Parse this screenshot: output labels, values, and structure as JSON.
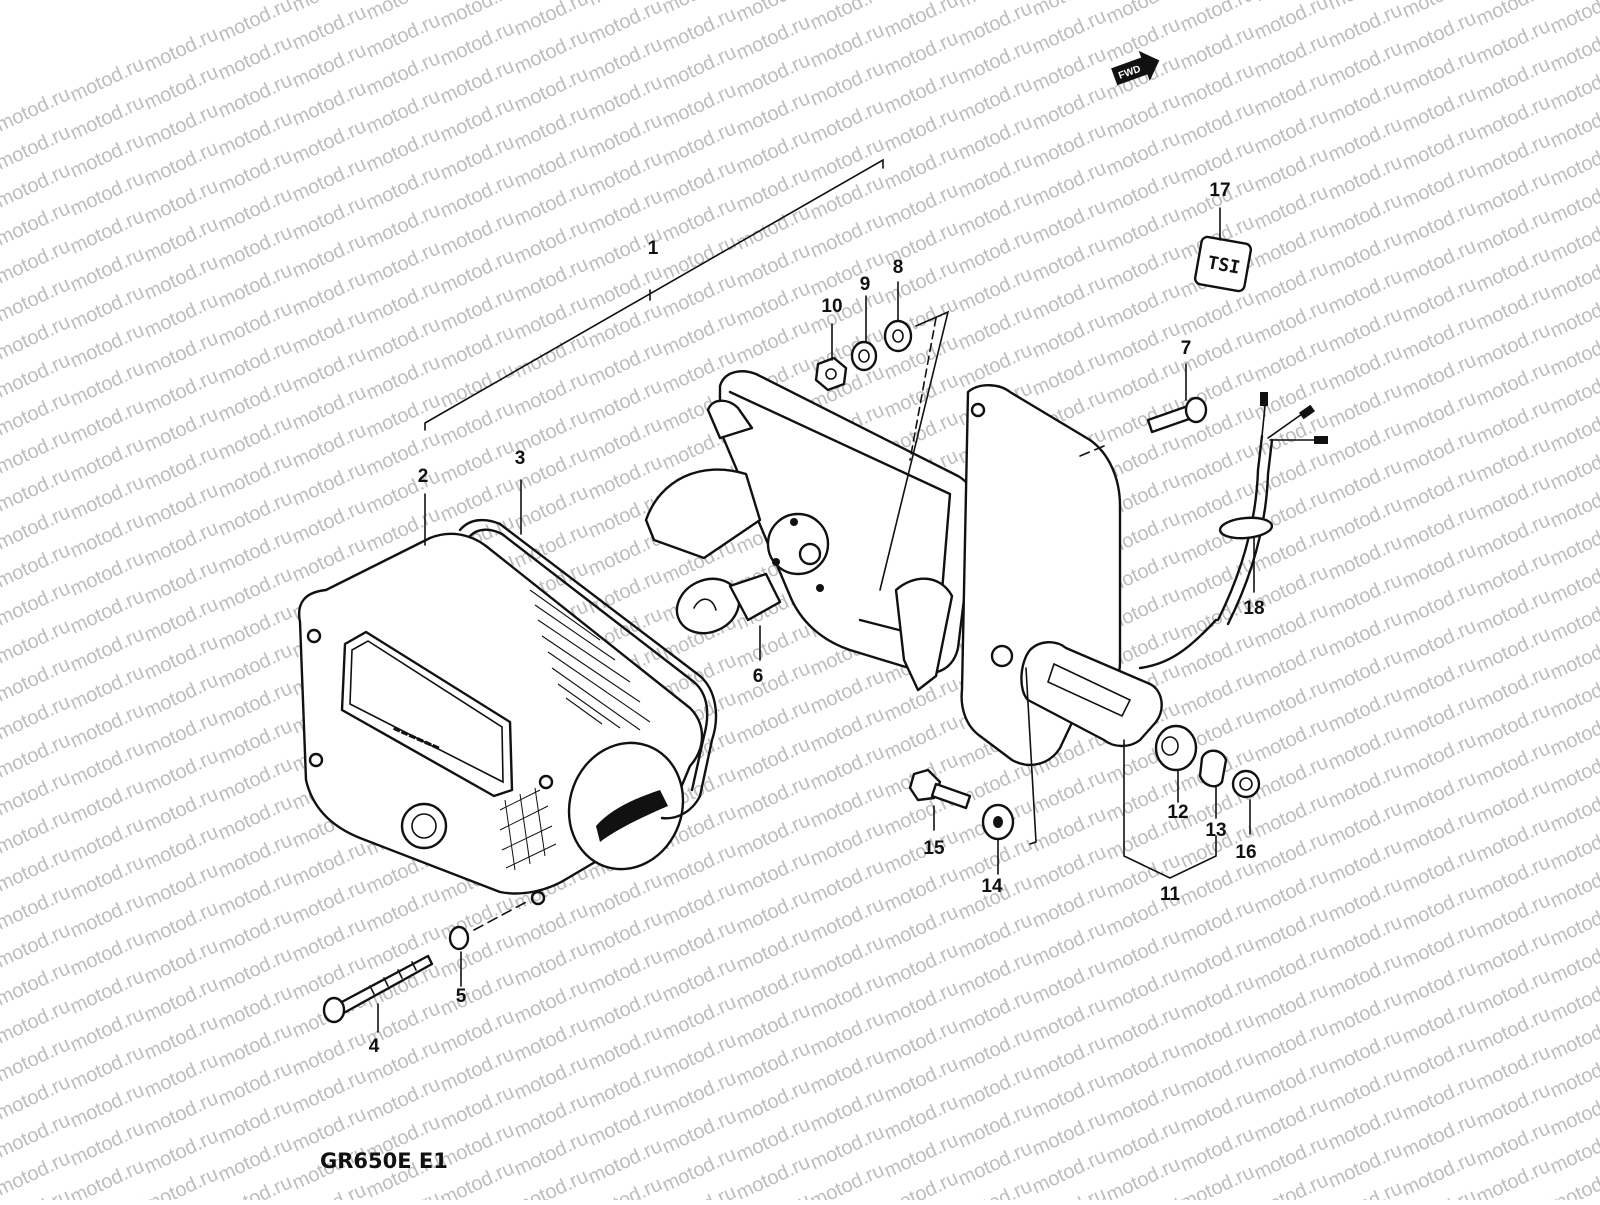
{
  "diagram": {
    "model_code": "GR650E E1",
    "watermark_text": "motod.ru",
    "direction_badge": "FWD",
    "callouts": [
      "1",
      "2",
      "3",
      "4",
      "5",
      "6",
      "7",
      "8",
      "9",
      "10",
      "11",
      "12",
      "13",
      "14",
      "15",
      "16",
      "17",
      "18"
    ],
    "label_plate_text": "TSI"
  }
}
